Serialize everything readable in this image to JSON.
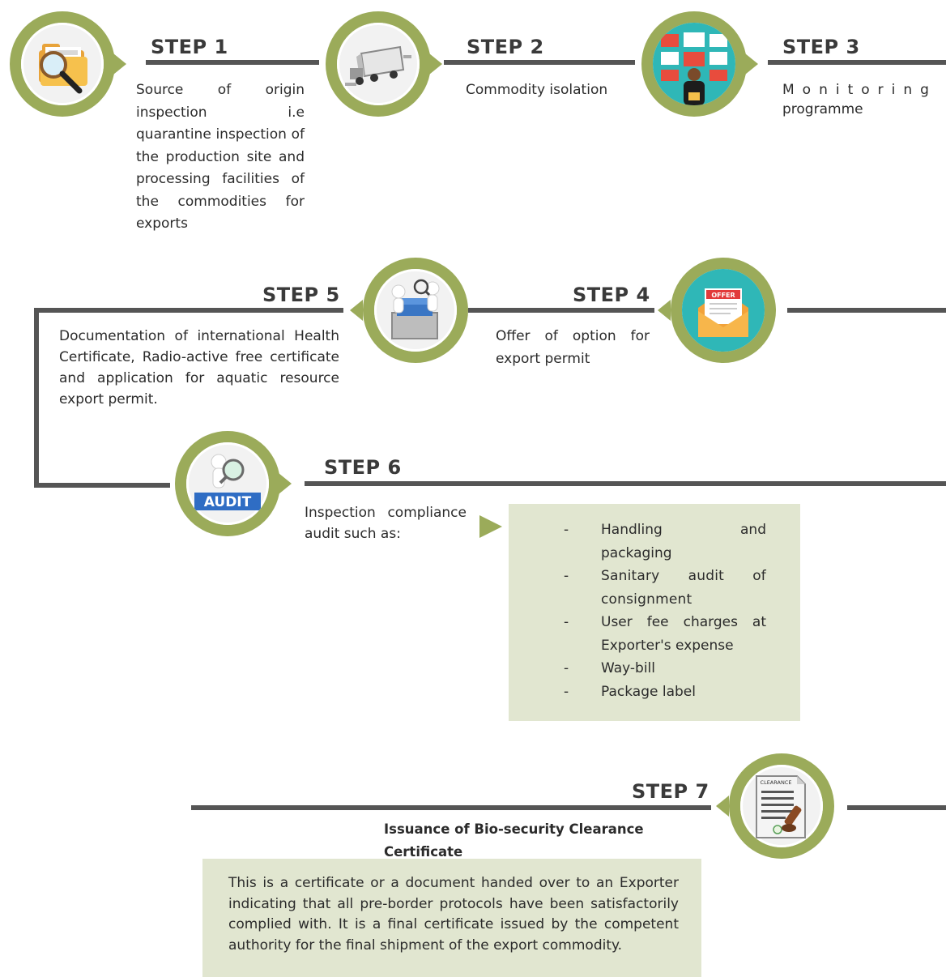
{
  "steps": [
    {
      "label": "STEP 1",
      "text": "Source of origin inspection i.e quarantine inspection of the production site and processing facilities of the commodities for exports",
      "icon": "folder-magnifier-icon"
    },
    {
      "label": "STEP 2",
      "text": "Commodity isolation",
      "icon": "truck-icon"
    },
    {
      "label": "STEP 3",
      "text_line1": "Monitoring",
      "text_line2": "programme",
      "icon": "monitoring-screens-icon"
    },
    {
      "label": "STEP 4",
      "text": "Offer of option for export permit",
      "icon": "offer-envelope-icon",
      "icon_text": "OFFER"
    },
    {
      "label": "STEP 5",
      "text": "Documentation of international Health Certificate, Radio-active free certificate and application for aquatic resource export permit.",
      "icon": "file-box-icon"
    },
    {
      "label": "STEP 6",
      "text": "Inspection compliance audit such as:",
      "icon": "audit-icon",
      "icon_text": "AUDIT"
    },
    {
      "label": "STEP 7",
      "text": "Issuance of Bio-security Clearance Certificate",
      "icon": "clearance-certificate-icon",
      "icon_text": "CLEARANCE"
    }
  ],
  "audit_items": [
    "Handling and packaging",
    "Sanitary audit of consignment",
    "User fee charges at Exporter's expense",
    "Way-bill",
    "Package label"
  ],
  "bullet_marker": "-",
  "certificate_note": "This is a certificate or a document handed over to an Exporter indicating that all pre-border protocols have been satisfactorily complied with. It is a final certificate issued by the competent authority for the final shipment of the export commodity.",
  "colors": {
    "badge_ring": "#9bab5a",
    "connector_line": "#555555",
    "panel_bg": "#e1e6d0",
    "text": "#2b2b2b"
  }
}
